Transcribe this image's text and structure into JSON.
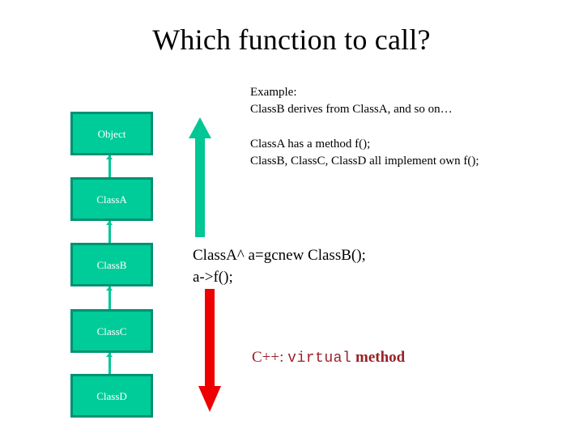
{
  "slide": {
    "title": "Which function to call?",
    "background_color": "#ffffff",
    "title_color": "#000000"
  },
  "hierarchy": {
    "box_fill": "#00cc99",
    "box_border": "#009272",
    "box_text_color": "#ffffff",
    "connector_color": "#00c794",
    "boxes": [
      {
        "label": "Object"
      },
      {
        "label": "ClassA"
      },
      {
        "label": "ClassB"
      },
      {
        "label": "ClassC"
      },
      {
        "label": "ClassD"
      }
    ]
  },
  "arrows": {
    "up": {
      "name": "up-arrow",
      "color": "#00c794",
      "direction": "up",
      "meaning": "derives-from-direction"
    },
    "down": {
      "name": "down-arrow",
      "color": "#ee0000",
      "direction": "down",
      "meaning": "dispatch-direction"
    }
  },
  "notes": {
    "example_heading": "Example:",
    "example_line": "ClassB derives from ClassA, and so on…",
    "method_line_1": "ClassA has  a method f();",
    "method_line_2": "ClassB, ClassC, ClassD all implement own f();"
  },
  "code": {
    "line_1": "ClassA^ a=gcnew ClassB();",
    "line_2": "a->f();"
  },
  "callout": {
    "color": "#992028",
    "label": "C++:",
    "keyword": "virtual",
    "word": "method"
  }
}
